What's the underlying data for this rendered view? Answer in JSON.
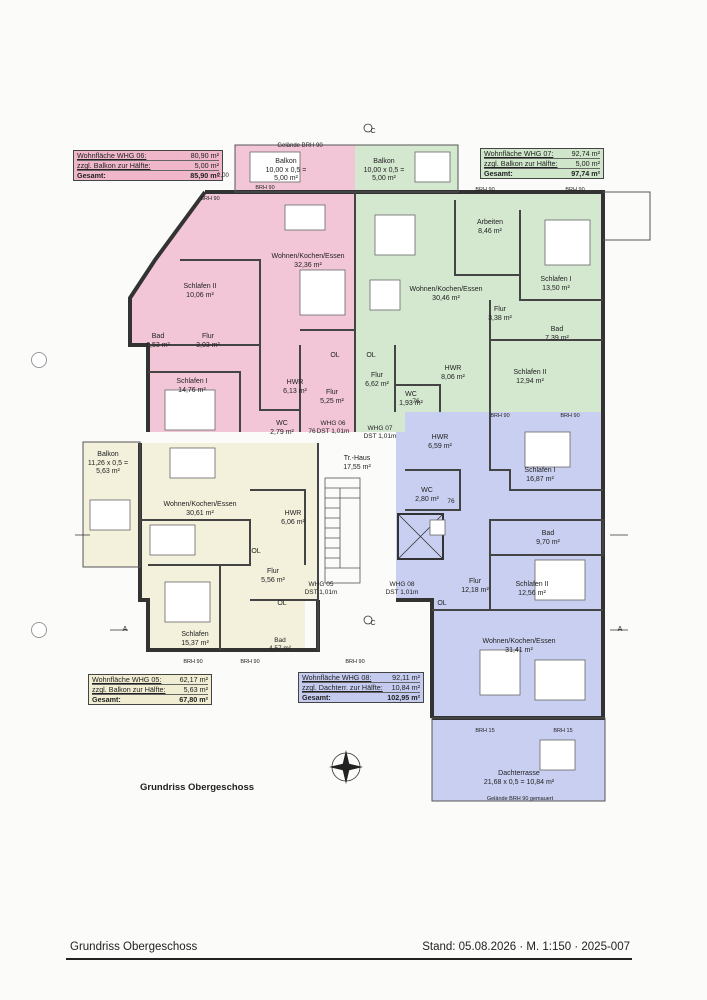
{
  "plan_title": "Grundriss Obergeschoss",
  "footer": {
    "title": "Grundriss Obergeschoss",
    "meta": "Stand: 05.08.2026 · M. 1:150 · 2025-007"
  },
  "whg06": {
    "r1_label": "Wohnfläche WHG 06:",
    "r1_value": "80,90 m²",
    "r2_label": "zzgl. Balkon zur Hälfte:",
    "r2_value": "5,00 m²",
    "r3_label": "Gesamt:",
    "r3_value": "85,90 m²"
  },
  "whg07": {
    "r1_label": "Wohnfläche WHG 07:",
    "r1_value": "92,74 m²",
    "r2_label": "zzgl. Balkon zur Hälfte:",
    "r2_value": "5,00 m²",
    "r3_label": "Gesamt:",
    "r3_value": "97,74 m²"
  },
  "whg05": {
    "r1_label": "Wohnfläche WHG 05:",
    "r1_value": "62,17 m²",
    "r2_label": "zzgl. Balkon zur Hälfte:",
    "r2_value": "5,63 m²",
    "r3_label": "Gesamt:",
    "r3_value": "67,80 m²"
  },
  "whg08": {
    "r1_label": "Wohnfläche WHG 08:",
    "r1_value": "92,11 m²",
    "r2_label": "zzgl. Dachterr. zur Hälfte:",
    "r2_value": "10,84 m²",
    "r3_label": "Gesamt:",
    "r3_value": "102,95 m²"
  },
  "rooms": [
    {
      "lines": [
        "Gelände BRH 90"
      ]
    },
    {
      "lines": [
        "Balkon",
        "10,00 x 0,5 =",
        "5,00 m²"
      ]
    },
    {
      "lines": [
        "Balkon",
        "10,00 x 0,5 =",
        "5,00 m²"
      ]
    },
    {
      "lines": [
        "2,00"
      ]
    },
    {
      "lines": [
        "BRH 90"
      ]
    },
    {
      "lines": [
        "BRH 90"
      ]
    },
    {
      "lines": [
        "BRH 90"
      ]
    },
    {
      "lines": [
        "BRH 90"
      ]
    },
    {
      "lines": [
        "Wohnen/Kochen/Essen",
        "32,36 m²"
      ]
    },
    {
      "lines": [
        "Schlafen II",
        "10,06 m²"
      ]
    },
    {
      "lines": [
        "Flur",
        "3,03 m²"
      ]
    },
    {
      "lines": [
        "Bad",
        "6,53 m²"
      ]
    },
    {
      "lines": [
        "Schlafen I",
        "14,76 m²"
      ]
    },
    {
      "lines": [
        "HWR",
        "6,13 m²"
      ]
    },
    {
      "lines": [
        "Flur",
        "5,25 m²"
      ]
    },
    {
      "lines": [
        "WC",
        "2,79 m²"
      ]
    },
    {
      "lines": [
        "Arbeiten",
        "8,46 m²"
      ]
    },
    {
      "lines": [
        "Wohnen/Kochen/Essen",
        "30,46 m²"
      ]
    },
    {
      "lines": [
        "Schlafen I",
        "13,50 m²"
      ]
    },
    {
      "lines": [
        "Flur",
        "3,38 m²"
      ]
    },
    {
      "lines": [
        "Bad",
        "7,39 m²"
      ]
    },
    {
      "lines": [
        "Flur",
        "6,62 m²"
      ]
    },
    {
      "lines": [
        "HWR",
        "8,06 m²"
      ]
    },
    {
      "lines": [
        "WC",
        "1,93 m²"
      ]
    },
    {
      "lines": [
        "Schlafen II",
        "12,94 m²"
      ]
    },
    {
      "lines": [
        "WHG 06",
        "DST 1,01m"
      ]
    },
    {
      "lines": [
        "WHG 07",
        "DST 1,01m"
      ]
    },
    {
      "lines": [
        "Tr.-Haus",
        "17,55 m²"
      ]
    },
    {
      "lines": [
        "Balkon",
        "11,26 x 0,5 =",
        "5,63 m²"
      ]
    },
    {
      "lines": [
        "Wohnen/Kochen/Essen",
        "30,61 m²"
      ]
    },
    {
      "lines": [
        "HWR",
        "6,06 m²"
      ]
    },
    {
      "lines": [
        "Flur",
        "5,56 m²"
      ]
    },
    {
      "lines": [
        "Schlafen",
        "15,37 m²"
      ]
    },
    {
      "lines": [
        "Bad",
        "4,57 m²"
      ]
    },
    {
      "lines": [
        "WHG 05",
        "DST 1,01m"
      ]
    },
    {
      "lines": [
        "WHG 08",
        "DST 1,01m"
      ]
    },
    {
      "lines": [
        "HWR",
        "6,59 m²"
      ]
    },
    {
      "lines": [
        "WC",
        "2,80 m²"
      ]
    },
    {
      "lines": [
        "Schlafen I",
        "16,87 m²"
      ]
    },
    {
      "lines": [
        "Bad",
        "9,70 m²"
      ]
    },
    {
      "lines": [
        "Flur",
        "12,18 m²"
      ]
    },
    {
      "lines": [
        "Schlafen II",
        "12,56 m²"
      ]
    },
    {
      "lines": [
        "Wohnen/Kochen/Essen",
        "31,41 m²"
      ]
    },
    {
      "lines": [
        "Dachterrasse",
        "21,68 x 0,5 = 10,84 m²"
      ]
    },
    {
      "lines": [
        "Gelände BRH 90 gemauert"
      ]
    },
    {
      "lines": [
        "BRH 90"
      ]
    },
    {
      "lines": [
        "BRH 90"
      ]
    },
    {
      "lines": [
        "BRH 90"
      ]
    },
    {
      "lines": [
        "BRH 90"
      ]
    },
    {
      "lines": [
        "BRH 90"
      ]
    },
    {
      "lines": [
        "BRH 15"
      ]
    },
    {
      "lines": [
        "BRH 15"
      ]
    },
    {
      "lines": [
        "OL"
      ]
    },
    {
      "lines": [
        "OL"
      ]
    },
    {
      "lines": [
        "OL"
      ]
    },
    {
      "lines": [
        "OL"
      ]
    },
    {
      "lines": [
        "OL"
      ]
    },
    {
      "lines": [
        "76"
      ]
    },
    {
      "lines": [
        "76"
      ]
    },
    {
      "lines": [
        "76"
      ]
    },
    {
      "lines": [
        "C"
      ]
    },
    {
      "lines": [
        "C"
      ]
    },
    {
      "lines": [
        "A"
      ]
    },
    {
      "lines": [
        "A"
      ]
    }
  ]
}
